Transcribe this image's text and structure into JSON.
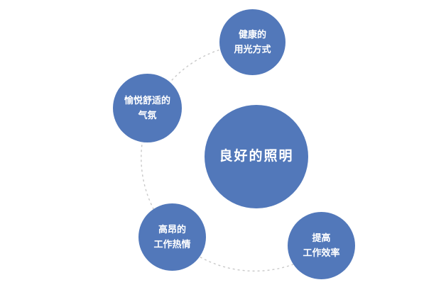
{
  "diagram": {
    "title": "lighting benefits hub diagram",
    "center": {
      "label": "良好的照明"
    },
    "nodes": [
      {
        "id": "top",
        "line1": "健康的",
        "line2": "用光方式"
      },
      {
        "id": "left",
        "line1": "愉悦舒适的",
        "line2": "气氛"
      },
      {
        "id": "bottom-left",
        "line1": "高昂的",
        "line2": "工作热情"
      },
      {
        "id": "bottom-right",
        "line1": "提高",
        "line2": "工作效率"
      }
    ],
    "colors": {
      "circle": "#5278ba",
      "text": "#ffffff",
      "connector": "#c9c9c9"
    }
  }
}
